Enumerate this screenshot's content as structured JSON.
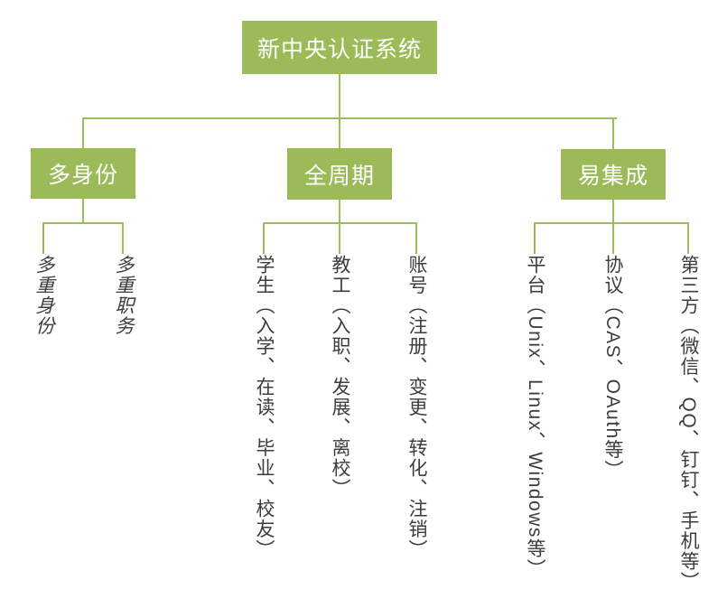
{
  "root": {
    "label": "新中央认证系统"
  },
  "branches": [
    {
      "label": "多身份",
      "leaves": [
        "多重身份",
        "多重职务"
      ]
    },
    {
      "label": "全周期",
      "leaves": [
        "学生（入学、在读、毕业、校友）",
        "教工（入职、发展、离校）",
        "账号（注册、变更、转化、注销）"
      ]
    },
    {
      "label": "易集成",
      "leaves": [
        "平台（Unix、Linux、Windows等）",
        "协议（CAS、OAuth等）",
        "第三方（微信、QQ、钉钉、手机等）"
      ]
    }
  ],
  "colors": {
    "node_fill": "#9bbb59",
    "node_text": "#ffffff",
    "connector": "#9cbd58",
    "leaf_text": "#3d3d3d"
  }
}
